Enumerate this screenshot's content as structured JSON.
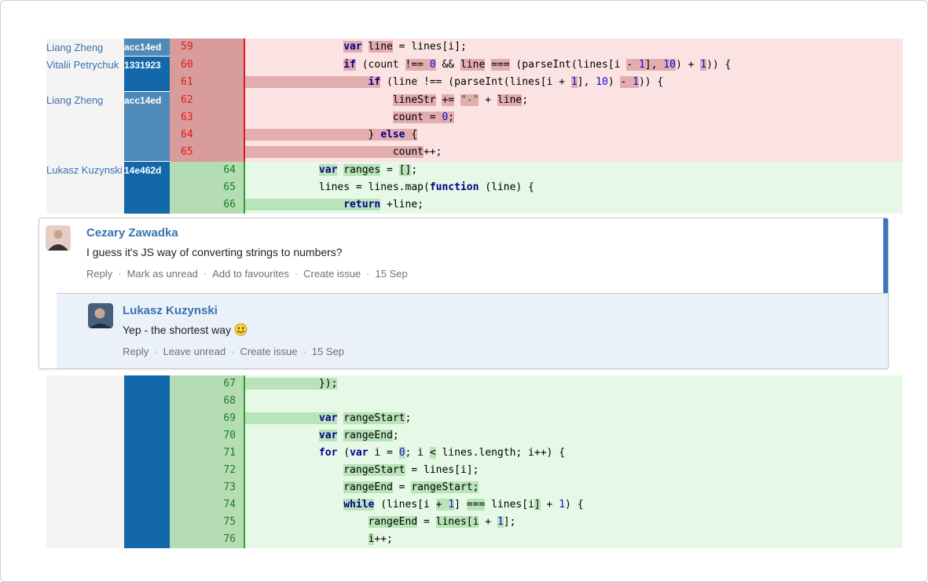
{
  "colors": {
    "removed_bg": "#fce3e3",
    "removed_gutter": "#d99c9c",
    "removed_hl": "#e3acae",
    "removed_line": "#e01818",
    "removed_num": "#e01818",
    "added_bg": "#e6f8e6",
    "added_gutter": "#b4ddb4",
    "added_hl": "#b9e3b9",
    "added_line": "#2f9e2f",
    "added_num": "#1e7d1e",
    "commit_light": "#4f8ab8",
    "commit_dark": "#1268a8",
    "author_col_bg": "#f4f4f4",
    "link_blue": "#3b73af",
    "reply_bg": "#eaf1f9",
    "unread_bar": "#3c78b5"
  },
  "diff": {
    "tables": [
      {
        "rows": [
          {
            "kind": "removed",
            "start": true,
            "author": "Liang Zheng",
            "commit": "acc14ed",
            "shade": "light",
            "old": "59",
            "new": "",
            "segs": [
              [
                "                ",
                ""
              ],
              [
                "var",
                "k h"
              ],
              [
                " ",
                ""
              ],
              [
                "line",
                "h"
              ],
              [
                " = lines[i];",
                ""
              ]
            ]
          },
          {
            "kind": "removed",
            "start": true,
            "author": "Vitalii Petrychuk",
            "commit": "1331923",
            "shade": "dark",
            "old": "60",
            "new": "",
            "segs": [
              [
                "                ",
                ""
              ],
              [
                "if",
                "k h"
              ],
              [
                " (count ",
                ""
              ],
              [
                "!== ",
                "h"
              ],
              [
                "0",
                "n h"
              ],
              [
                " && ",
                ""
              ],
              [
                "line",
                "h"
              ],
              [
                " ",
                ""
              ],
              [
                "===",
                "h"
              ],
              [
                " (parseInt(lines[i ",
                ""
              ],
              [
                "- ",
                "h"
              ],
              [
                "1",
                "n h"
              ],
              [
                "], ",
                "h"
              ],
              [
                "10",
                "n h"
              ],
              [
                ") + ",
                ""
              ],
              [
                "1",
                "n h"
              ],
              [
                ")) {",
                ""
              ]
            ]
          },
          {
            "kind": "removed",
            "start": false,
            "author": "",
            "commit": "",
            "shade": "dark",
            "old": "61",
            "new": "",
            "segs": [
              [
                "                    ",
                "h"
              ],
              [
                "if",
                "k h"
              ],
              [
                " (line !== (parseInt(lines[i + ",
                ""
              ],
              [
                "1",
                "n h"
              ],
              [
                "], ",
                ""
              ],
              [
                "10",
                "n"
              ],
              [
                ") ",
                ""
              ],
              [
                "- ",
                "h"
              ],
              [
                "1",
                "n h"
              ],
              [
                ")) {",
                ""
              ]
            ]
          },
          {
            "kind": "removed",
            "start": true,
            "author": "Liang Zheng",
            "commit": "acc14ed",
            "shade": "light",
            "old": "62",
            "new": "",
            "segs": [
              [
                "                        ",
                ""
              ],
              [
                "lineStr",
                "h"
              ],
              [
                " ",
                ""
              ],
              [
                "+=",
                "h"
              ],
              [
                " ",
                ""
              ],
              [
                "\"-\"",
                "s h"
              ],
              [
                " + ",
                ""
              ],
              [
                "line",
                "h"
              ],
              [
                ";",
                ""
              ]
            ]
          },
          {
            "kind": "removed",
            "start": false,
            "author": "",
            "commit": "",
            "shade": "light",
            "old": "63",
            "new": "",
            "segs": [
              [
                "                        ",
                ""
              ],
              [
                "count = ",
                "h"
              ],
              [
                "0",
                "n h"
              ],
              [
                ";",
                "h"
              ]
            ]
          },
          {
            "kind": "removed",
            "start": false,
            "author": "",
            "commit": "",
            "shade": "light",
            "old": "64",
            "new": "",
            "segs": [
              [
                "                    ",
                "h"
              ],
              [
                "} ",
                "h"
              ],
              [
                "else",
                "k h"
              ],
              [
                " {",
                "h"
              ]
            ]
          },
          {
            "kind": "removed",
            "start": false,
            "author": "",
            "commit": "",
            "shade": "light",
            "old": "65",
            "new": "",
            "segs": [
              [
                "                        ",
                "h"
              ],
              [
                "count",
                "h"
              ],
              [
                "++;",
                ""
              ]
            ]
          },
          {
            "kind": "added",
            "start": true,
            "author": "Lukasz Kuzynski",
            "commit": "14e462d",
            "shade": "dark",
            "old": "",
            "new": "64",
            "segs": [
              [
                "            ",
                ""
              ],
              [
                "var",
                "k h"
              ],
              [
                " ",
                ""
              ],
              [
                "ranges",
                "h"
              ],
              [
                " = ",
                ""
              ],
              [
                "[]",
                "h"
              ],
              [
                ";",
                ""
              ]
            ]
          },
          {
            "kind": "added",
            "start": false,
            "author": "",
            "commit": "",
            "shade": "dark",
            "old": "",
            "new": "65",
            "segs": [
              [
                "            ",
                ""
              ],
              [
                "lines = lines.map(",
                ""
              ],
              [
                "function",
                "k"
              ],
              [
                " (line) {",
                ""
              ]
            ]
          },
          {
            "kind": "added",
            "start": false,
            "author": "",
            "commit": "",
            "shade": "dark",
            "old": "",
            "new": "66",
            "segs": [
              [
                "                ",
                "h"
              ],
              [
                "return",
                "k h"
              ],
              [
                " +line;",
                ""
              ]
            ]
          }
        ]
      },
      {
        "rows": [
          {
            "kind": "added",
            "start": false,
            "author": "",
            "commit": "",
            "shade": "dark",
            "old": "",
            "new": "67",
            "segs": [
              [
                "            ",
                "h"
              ],
              [
                "});",
                "h"
              ]
            ]
          },
          {
            "kind": "added",
            "start": false,
            "author": "",
            "commit": "",
            "shade": "dark",
            "old": "",
            "new": "68",
            "segs": []
          },
          {
            "kind": "added",
            "start": false,
            "author": "",
            "commit": "",
            "shade": "dark",
            "old": "",
            "new": "69",
            "segs": [
              [
                "            ",
                "h"
              ],
              [
                "var",
                "k h"
              ],
              [
                " ",
                ""
              ],
              [
                "rangeStart",
                "h"
              ],
              [
                ";",
                ""
              ]
            ]
          },
          {
            "kind": "added",
            "start": false,
            "author": "",
            "commit": "",
            "shade": "dark",
            "old": "",
            "new": "70",
            "segs": [
              [
                "            ",
                ""
              ],
              [
                "var",
                "k h"
              ],
              [
                " ",
                ""
              ],
              [
                "rangeEnd",
                "h"
              ],
              [
                ";",
                ""
              ]
            ]
          },
          {
            "kind": "added",
            "start": false,
            "author": "",
            "commit": "",
            "shade": "dark",
            "old": "",
            "new": "71",
            "segs": [
              [
                "            ",
                ""
              ],
              [
                "for",
                "k"
              ],
              [
                " (",
                ""
              ],
              [
                "var",
                "k"
              ],
              [
                " i = ",
                ""
              ],
              [
                "0",
                "n h"
              ],
              [
                "; i ",
                ""
              ],
              [
                "<",
                "h"
              ],
              [
                " lines.length; i++) {",
                ""
              ]
            ]
          },
          {
            "kind": "added",
            "start": false,
            "author": "",
            "commit": "",
            "shade": "dark",
            "old": "",
            "new": "72",
            "segs": [
              [
                "                ",
                ""
              ],
              [
                "rangeStart",
                "h"
              ],
              [
                " = lines[i];",
                ""
              ]
            ]
          },
          {
            "kind": "added",
            "start": false,
            "author": "",
            "commit": "",
            "shade": "dark",
            "old": "",
            "new": "73",
            "segs": [
              [
                "                ",
                ""
              ],
              [
                "rangeEnd",
                "h"
              ],
              [
                " = ",
                ""
              ],
              [
                "rangeStart;",
                "h"
              ]
            ]
          },
          {
            "kind": "added",
            "start": false,
            "author": "",
            "commit": "",
            "shade": "dark",
            "old": "",
            "new": "74",
            "segs": [
              [
                "                ",
                ""
              ],
              [
                "while",
                "k h"
              ],
              [
                " (lines[i ",
                ""
              ],
              [
                "+ ",
                "h"
              ],
              [
                "1",
                "n h"
              ],
              [
                "] ",
                ""
              ],
              [
                "===",
                "h"
              ],
              [
                " lines[i",
                ""
              ],
              [
                "]",
                "h"
              ],
              [
                " + ",
                ""
              ],
              [
                "1",
                "n"
              ],
              [
                ") {",
                ""
              ]
            ]
          },
          {
            "kind": "added",
            "start": false,
            "author": "",
            "commit": "",
            "shade": "dark",
            "old": "",
            "new": "75",
            "segs": [
              [
                "                    ",
                ""
              ],
              [
                "rangeEnd",
                "h"
              ],
              [
                " = ",
                ""
              ],
              [
                "lines[i",
                "h"
              ],
              [
                " + ",
                ""
              ],
              [
                "1",
                "n h"
              ],
              [
                "];",
                ""
              ]
            ]
          },
          {
            "kind": "added",
            "start": false,
            "author": "",
            "commit": "",
            "shade": "dark",
            "old": "",
            "new": "76",
            "segs": [
              [
                "                    ",
                ""
              ],
              [
                "i",
                "h"
              ],
              [
                "++;",
                ""
              ]
            ]
          }
        ]
      }
    ]
  },
  "comments": {
    "thread": [
      {
        "author": "Cezary Zawadka",
        "body": "I guess it's JS way of converting strings to numbers?",
        "actions": [
          "Reply",
          "Mark as unread",
          "Add to favourites",
          "Create issue"
        ],
        "date": "15 Sep"
      },
      {
        "author": "Lukasz Kuzynski",
        "body": "Yep - the shortest way",
        "emoticon": "smile",
        "actions": [
          "Reply",
          "Leave unread",
          "Create issue"
        ],
        "date": "15 Sep"
      }
    ]
  }
}
